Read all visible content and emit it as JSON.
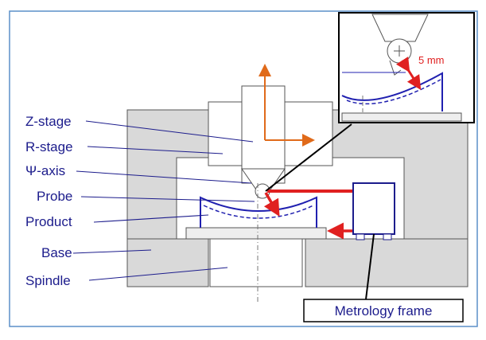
{
  "diagram": {
    "labels": {
      "z_stage": "Z-stage",
      "r_stage": "R-stage",
      "psi_axis": "Ψ-axis",
      "probe": "Probe",
      "product": "Product",
      "base": "Base",
      "spindle": "Spindle"
    },
    "metrology_frame_label": "Metrology frame",
    "inset_dimension_label": "5 mm",
    "colors": {
      "frame_border": "#5b8fc9",
      "machine_fill": "#d9d9d9",
      "machine_stroke": "#555555",
      "label_text": "#1c1c8c",
      "product_curve": "#2020b0",
      "axis_arrow": "#e06a1a",
      "metrology_path": "#e02020"
    }
  }
}
